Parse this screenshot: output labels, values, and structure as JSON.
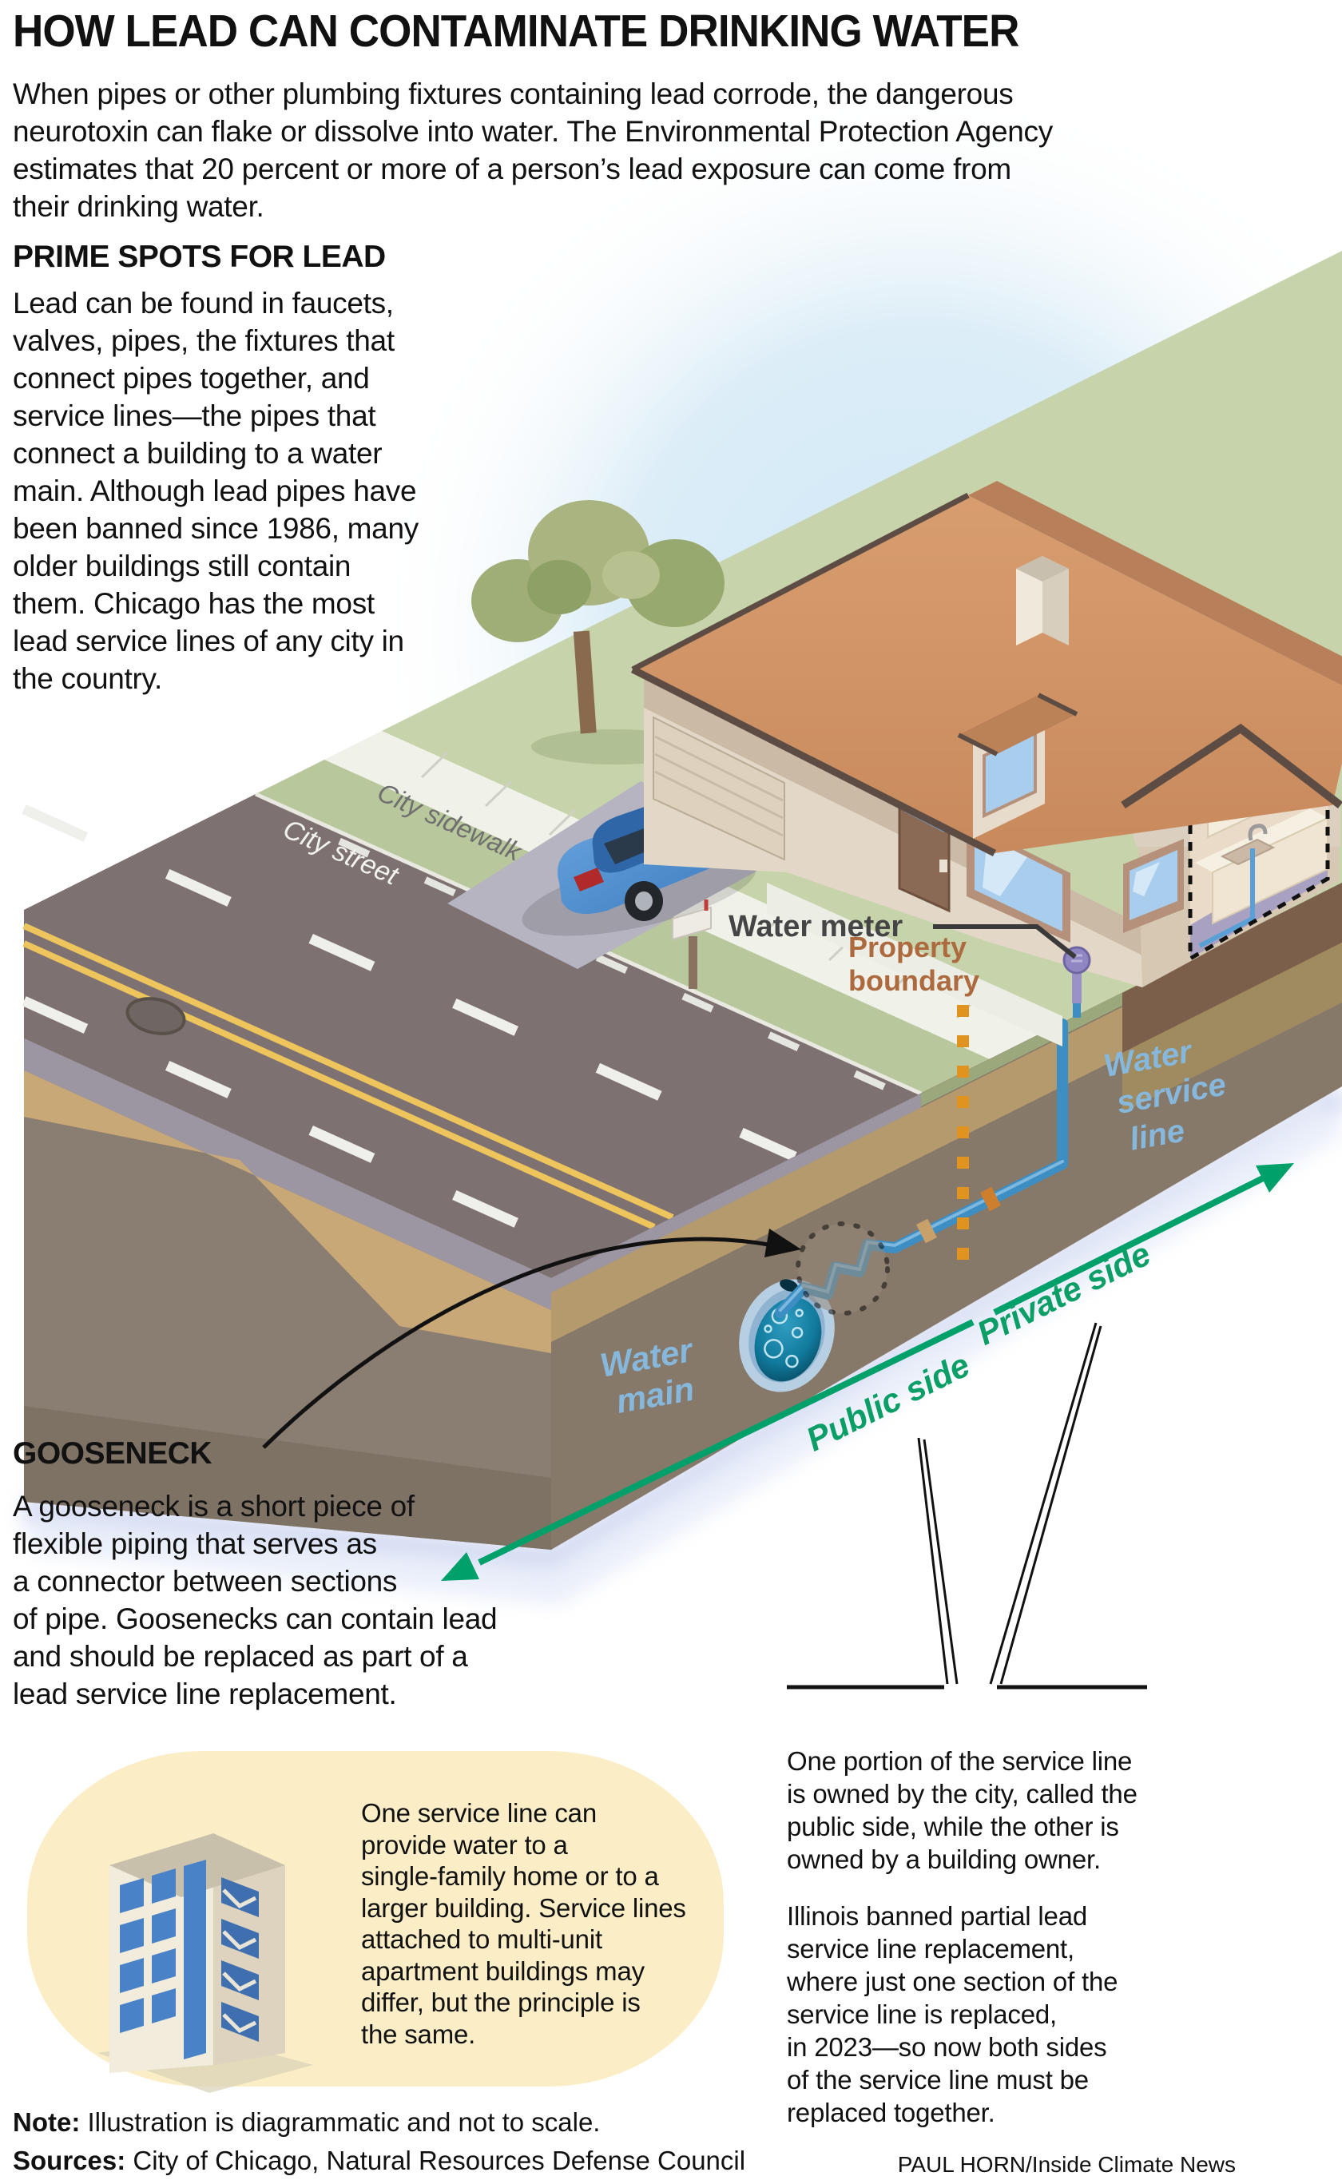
{
  "header": {
    "title": "HOW LEAD CAN CONTAMINATE DRINKING WATER",
    "intro": [
      "When pipes or other plumbing fixtures containing lead corrode, the dangerous",
      "neurotoxin can flake or dissolve into water. The Environmental Protection Agency",
      "estimates that 20 percent or more of a person’s lead exposure can come from",
      "their drinking water."
    ]
  },
  "sections": {
    "prime_spots": {
      "heading": "PRIME SPOTS FOR LEAD",
      "body": [
        "Lead can be found in faucets,",
        "valves, pipes, the fixtures that",
        "connect pipes together, and",
        "service lines—the pipes that",
        "connect a building to a water",
        "main. Although lead pipes have",
        "been banned since 1986, many",
        "older buildings still contain",
        "them. Chicago has the most",
        "lead service lines of any city in",
        "the country."
      ]
    },
    "gooseneck": {
      "heading": "GOOSENECK",
      "body": [
        "A gooseneck is a short piece of",
        "flexible piping that serves as",
        "a connector between sections",
        "of pipe. Goosenecks can contain lead",
        "and should be replaced as part of a",
        "lead service line replacement."
      ]
    },
    "service_line_note": {
      "body": [
        "One service line can",
        "provide water to a",
        "single-family home or to a",
        "larger building. Service lines",
        "attached to multi-unit",
        "apartment buildings may",
        "differ, but the principle is",
        "the same."
      ]
    },
    "ownership": {
      "para1": [
        "One portion of the service line",
        "is owned by the city, called the",
        "public side, while the other is",
        "owned by a building owner."
      ],
      "para2": [
        "Illinois banned partial lead",
        "service line replacement,",
        "where just one section of the",
        "service line is replaced,",
        "in 2023—so now both sides",
        "of the service line must be",
        "replaced together."
      ]
    }
  },
  "illustration": {
    "labels": {
      "city_street": "City street",
      "city_sidewalk": "City sidewalk",
      "water_meter": "Water meter",
      "property_boundary": [
        "Property",
        "boundary"
      ],
      "water_service": [
        "Water",
        "service",
        "line"
      ],
      "water_main": [
        "Water",
        "main"
      ],
      "public_side": "Public side",
      "private_side": "Private side"
    },
    "colors": {
      "arrow_green": "#00a06b",
      "pipe_blue": "#3d8ec2",
      "waterlabel_blue": "#85b8dc",
      "property_orange": "#e0941f",
      "boundary_brown": "#ad6a3e",
      "roof_terracotta": "#cc9166",
      "note_bubble": "#fbeec7"
    }
  },
  "footer": {
    "note_label": "Note:",
    "note_text": " Illustration is diagrammatic and not to scale.",
    "sources_label": "Sources:",
    "sources_text": " City of Chicago, Natural Resources Defense Council",
    "credit": "PAUL HORN/Inside Climate News"
  }
}
